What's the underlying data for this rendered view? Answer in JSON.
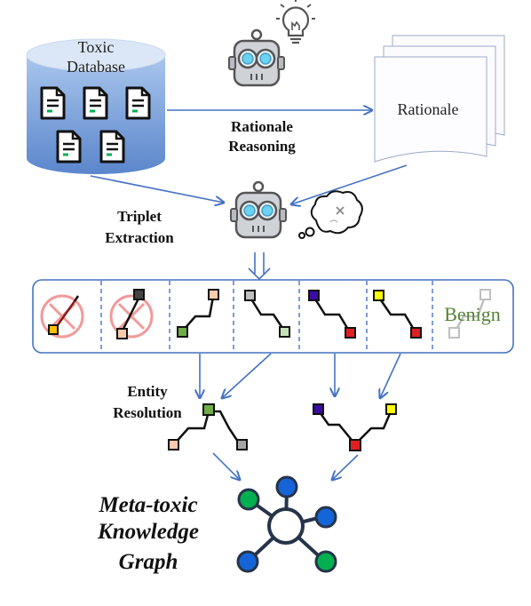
{
  "database": {
    "line1": "Toxic",
    "line2": "Database"
  },
  "rationale_doc": {
    "label": "Rationale"
  },
  "labels": {
    "rationale_reasoning_1": "Rationale",
    "rationale_reasoning_2": "Reasoning",
    "triplet_extraction_1": "Triplet",
    "triplet_extraction_2": "Extraction",
    "entity_resolution_1": "Entity",
    "entity_resolution_2": "Resolution"
  },
  "triplet_panel": {
    "benign_label": "Benign"
  },
  "knowledge_graph": {
    "line1": "Meta-toxic",
    "line2": "Knowledge",
    "line3": "Graph"
  },
  "colors": {
    "arrow": "#4472c4",
    "database_top": "#dbe7f6",
    "database_body": "#6f9bd7",
    "node_green": "#00b050",
    "node_blue": "#1565d8",
    "benign_text": "#548235",
    "reject_red": "#f19a9a"
  },
  "icons": [
    "document-icon",
    "robot-icon",
    "lightbulb-icon",
    "thought-cloud-icon",
    "reject-icon"
  ]
}
